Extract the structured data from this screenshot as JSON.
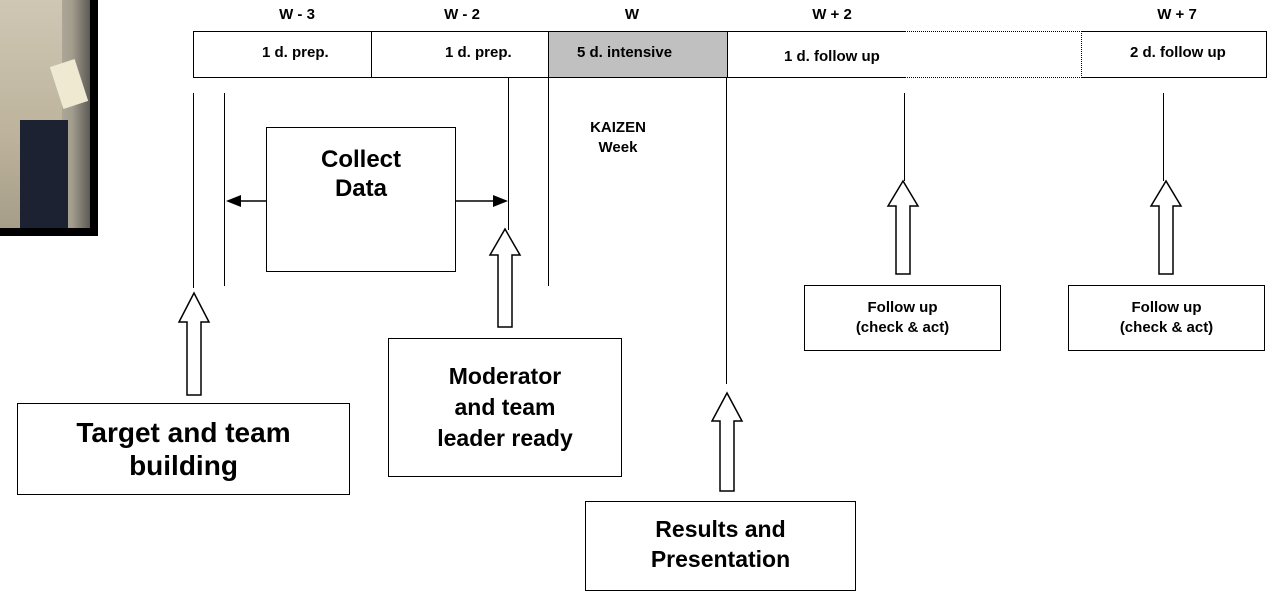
{
  "weeks": {
    "w3": "W - 3",
    "w2": "W - 2",
    "w": "W",
    "w_plus2": "W + 2",
    "w_plus7": "W + 7"
  },
  "segments": {
    "prep1": "1 d. prep.",
    "prep2": "1 d. prep.",
    "intensive": "5 d. intensive",
    "follow1": "1 d. follow up",
    "follow2": "2 d. follow up"
  },
  "kaizen": {
    "line1": "KAIZEN",
    "line2": "Week"
  },
  "collect": {
    "line1": "Collect",
    "line2": "Data"
  },
  "target": {
    "line1": "Target and team",
    "line2": "building"
  },
  "moderator": {
    "line1": "Moderator",
    "line2": "and team",
    "line3": "leader ready"
  },
  "results": {
    "line1": "Results and",
    "line2": "Presentation"
  },
  "followup1": {
    "line1": "Follow up",
    "line2": "(check & act)"
  },
  "followup2": {
    "line1": "Follow up",
    "line2": "(check & act)"
  },
  "colors": {
    "intensive_fill": "#c0c0c0",
    "line": "#000000"
  }
}
